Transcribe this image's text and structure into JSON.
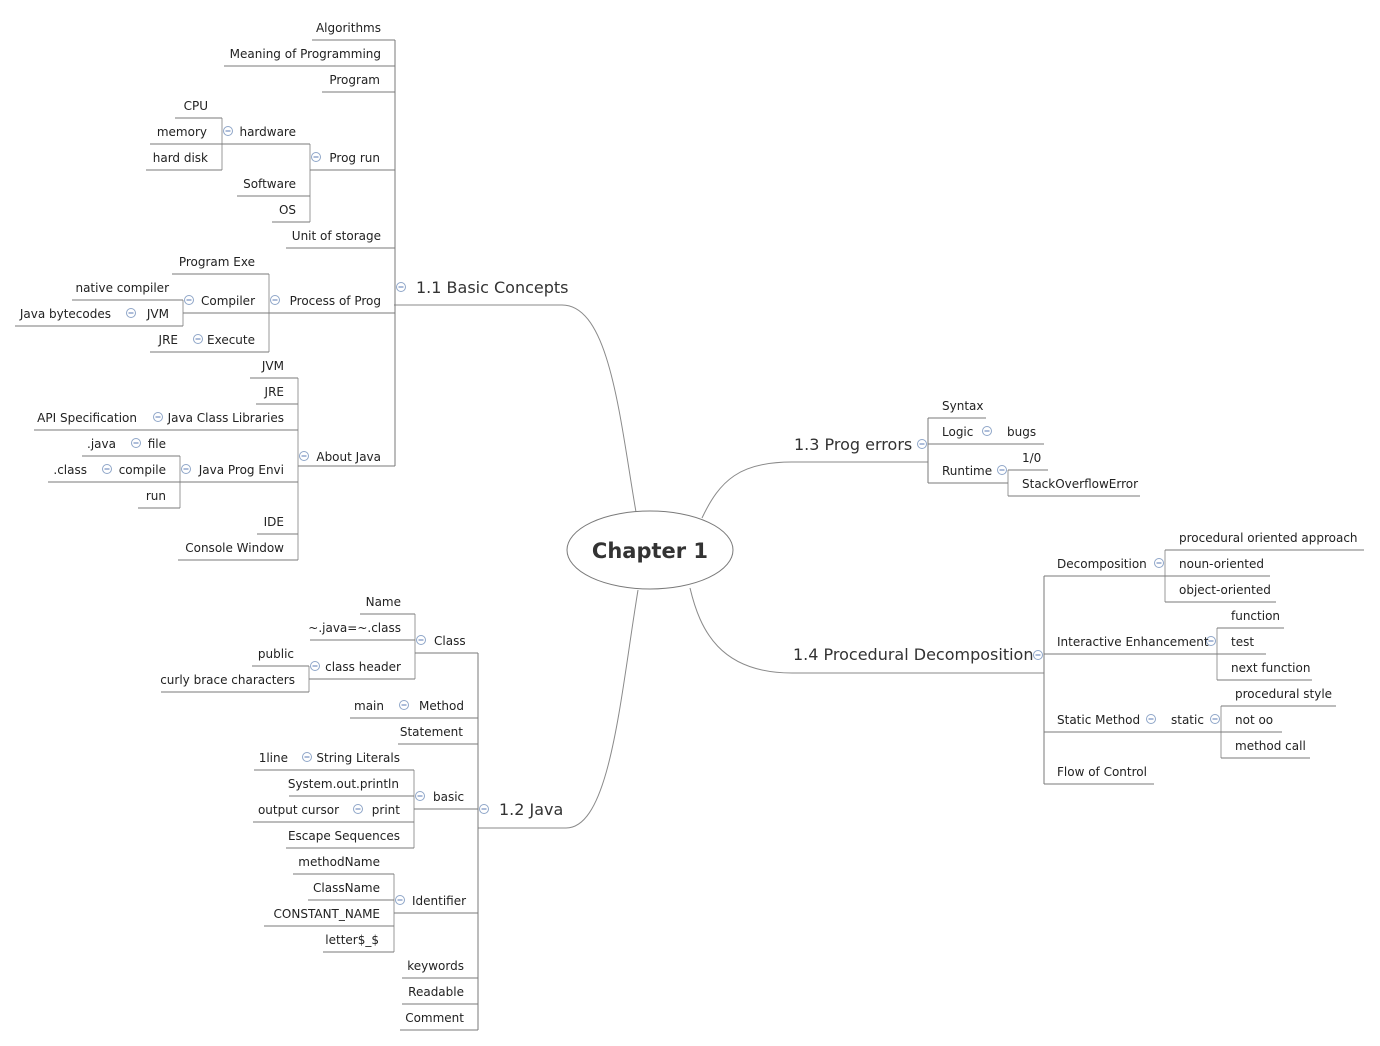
{
  "central": {
    "title": "Chapter 1"
  },
  "branches": {
    "basic": {
      "title": "1.1 Basic Concepts",
      "algorithms": "Algorithms",
      "meaning": "Meaning of Programming",
      "program": "Program",
      "prog_run": {
        "label": "Prog run",
        "hardware": {
          "label": "hardware",
          "cpu": "CPU",
          "memory": "memory",
          "hard_disk": "hard disk"
        },
        "software": "Software",
        "os": "OS"
      },
      "unit_storage": "Unit of storage",
      "process": {
        "label": "Process of Prog",
        "program_exe": "Program Exe",
        "compiler": {
          "label": "Compiler",
          "native": "native compiler",
          "jvm": {
            "label": "JVM",
            "bytecodes": "Java bytecodes"
          }
        },
        "execute": {
          "label": "Execute",
          "jre": "JRE"
        }
      },
      "about": {
        "label": "About Java",
        "jvm": "JVM",
        "jre": "JRE",
        "libraries": {
          "label": "Java Class Libraries",
          "api": "API Specification"
        },
        "envi": {
          "label": "Java Prog Envi",
          "file": {
            "label": "file",
            "java": ".java"
          },
          "compile": {
            "label": "compile",
            "class": ".class"
          },
          "run": "run"
        },
        "ide": "IDE",
        "console": "Console Window"
      }
    },
    "java": {
      "title": "1.2 Java",
      "class": {
        "label": "Class",
        "name": "Name",
        "java_class": "~.java=~.class",
        "header": {
          "label": "class header",
          "public": "public",
          "brace": "curly brace characters"
        }
      },
      "method": {
        "label": "Method",
        "main": "main"
      },
      "statement": "Statement",
      "basic": {
        "label": "basic",
        "string_literals": {
          "label": "String Literals",
          "one_line": "1line"
        },
        "println": "System.out.println",
        "print": {
          "label": "print",
          "cursor": "output cursor"
        },
        "escape": "Escape Sequences"
      },
      "identifier": {
        "label": "Identifier",
        "method_name": "methodName",
        "class_name": "ClassName",
        "constant": "CONSTANT_NAME",
        "letters": "letter$_$"
      },
      "keywords": "keywords",
      "readable": "Readable",
      "comment": "Comment"
    },
    "errors": {
      "title": "1.3 Prog errors",
      "syntax": "Syntax",
      "logic": {
        "label": "Logic",
        "bugs": "bugs"
      },
      "runtime": {
        "label": "Runtime",
        "div_zero": "1/0",
        "overflow": "StackOverflowError"
      }
    },
    "procedural": {
      "title": "1.4 Procedural Decomposition",
      "decomposition": {
        "label": "Decomposition",
        "approach": "procedural oriented approach",
        "noun": "noun-oriented",
        "object": "object-oriented"
      },
      "interactive": {
        "label": "Interactive Enhancement",
        "function": "function",
        "test": "test",
        "next": "next function"
      },
      "static_method": {
        "label": "Static Method",
        "static": {
          "label": "static",
          "style": "procedural style",
          "not_oo": "not oo",
          "call": "method call"
        }
      },
      "flow": "Flow of Control"
    }
  }
}
